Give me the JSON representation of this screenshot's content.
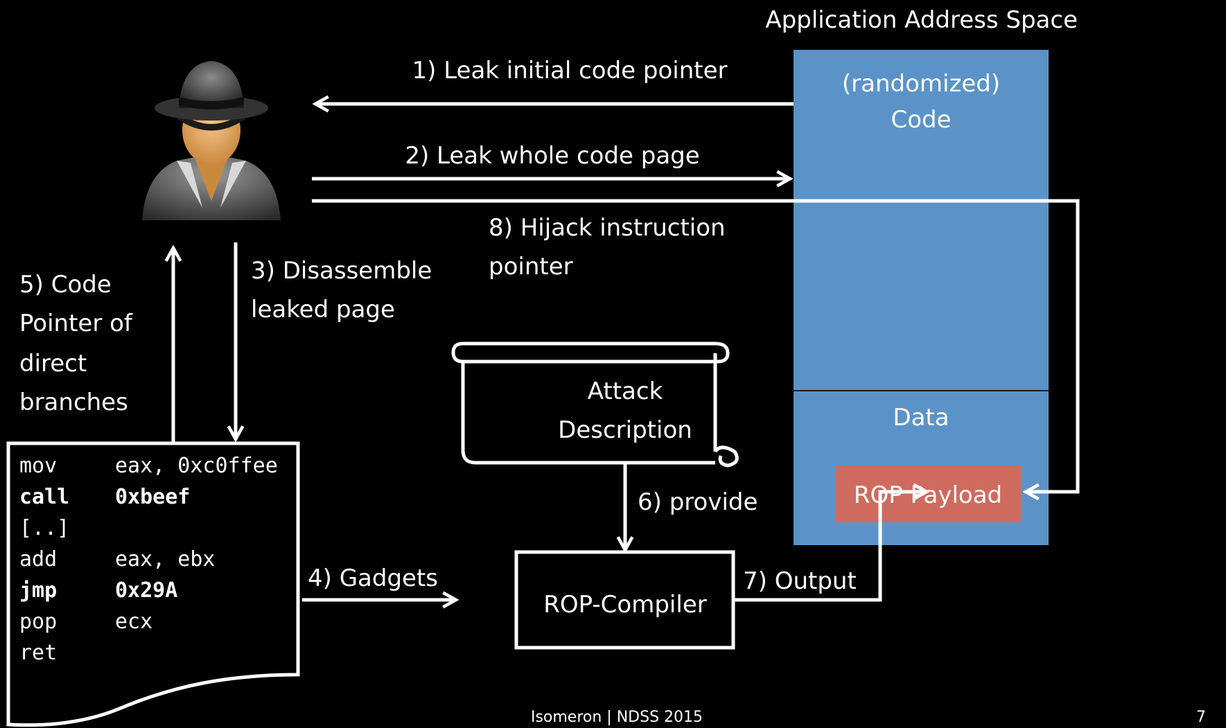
{
  "address_space": {
    "title": "Application Address Space",
    "code_label_1": "(randomized)",
    "code_label_2": "Code",
    "data_label": "Data",
    "payload_label": "ROP Payload",
    "code_color": "#5b93c8",
    "payload_color": "#cf6a5e"
  },
  "steps": {
    "s1": "1) Leak initial code pointer",
    "s2": "2) Leak whole code page",
    "s3_l1": "3) Disassemble",
    "s3_l2": "leaked page",
    "s4": "4) Gadgets",
    "s5_l1": "5) Code",
    "s5_l2": "Pointer of",
    "s5_l3": "direct",
    "s5_l4": "branches",
    "s6": "6) provide",
    "s7": "7) Output",
    "s8_l1": "8) Hijack instruction",
    "s8_l2": "pointer"
  },
  "attack_description": {
    "l1": "Attack",
    "l2": "Description"
  },
  "compiler": {
    "label": "ROP-Compiler"
  },
  "code_listing": [
    {
      "op": "mov",
      "arg": "eax, 0xc0ffee",
      "bold": false
    },
    {
      "op": "call",
      "arg": "0xbeef",
      "bold": true
    },
    {
      "op": "[..]",
      "arg": "",
      "bold": false
    },
    {
      "op": "add",
      "arg": "eax, ebx",
      "bold": false
    },
    {
      "op": "jmp",
      "arg": "0x29A",
      "bold": true
    },
    {
      "op": "pop",
      "arg": "ecx",
      "bold": false
    },
    {
      "op": "ret",
      "arg": "",
      "bold": false
    }
  ],
  "footer": {
    "center": "Isomeron | NDSS 2015",
    "page": "7"
  }
}
